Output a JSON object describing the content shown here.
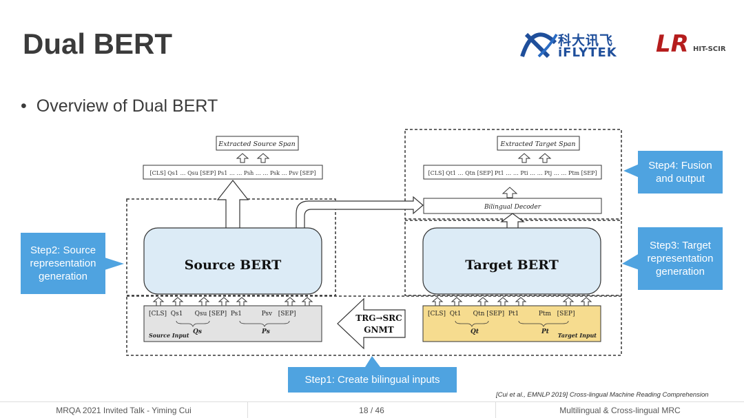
{
  "slide": {
    "title": "Dual BERT",
    "bullet": "Overview of Dual BERT"
  },
  "logos": {
    "iflytek_cn": "科大讯飞",
    "iflytek_en": "iFLYTEK",
    "hit_mark": "LR",
    "hit_text": "HIT-SCIR"
  },
  "diagram": {
    "source_span": "Extracted Source Span",
    "target_span": "Extracted Target Span",
    "source_output_seq": "[CLS] Qs1 … Qsu [SEP] Ps1 … … Psh … … Psk … Psv [SEP]",
    "target_output_seq": "[CLS] Qt1 … Qtn [SEP] Pt1 … … Pti … … Ptj … … Ptm [SEP]",
    "bilingual_decoder": "Bilingual Decoder",
    "source_bert": "Source BERT",
    "target_bert": "Target BERT",
    "source_input_seq": "[CLS]  Qs1      Qsu [SEP]  Ps1          Psv   [SEP]",
    "source_q_label": "Qs",
    "source_p_label": "Ps",
    "source_input_label": "Source Input",
    "target_input_seq": "[CLS]  Qt1      Qtn [SEP]  Pt1          Ptm   [SEP]",
    "target_q_label": "Qt",
    "target_p_label": "Pt",
    "target_input_label": "Target Input",
    "gnmt_line1": "TRG→SRC",
    "gnmt_line2": "GNMT"
  },
  "callouts": {
    "step1": "Step1: Create bilingual inputs",
    "step2": "Step2: Source representation generation",
    "step3": "Step3: Target representation generation",
    "step4": "Step4: Fusion and output"
  },
  "citation": {
    "ref": "[Cui et al., EMNLP 2019]",
    "title": " Cross-lingual Machine Reading Comprehension"
  },
  "footer": {
    "left": "MRQA 2021 Invited Talk - Yiming Cui",
    "center": "18 / 46",
    "right": "Multilingual & Cross-lingual MRC"
  },
  "colors": {
    "callout": "#4fa3e0",
    "bert_fill": "#dcebf6",
    "source_input_fill": "#e3e3e3",
    "target_input_fill": "#f6dc8f"
  }
}
